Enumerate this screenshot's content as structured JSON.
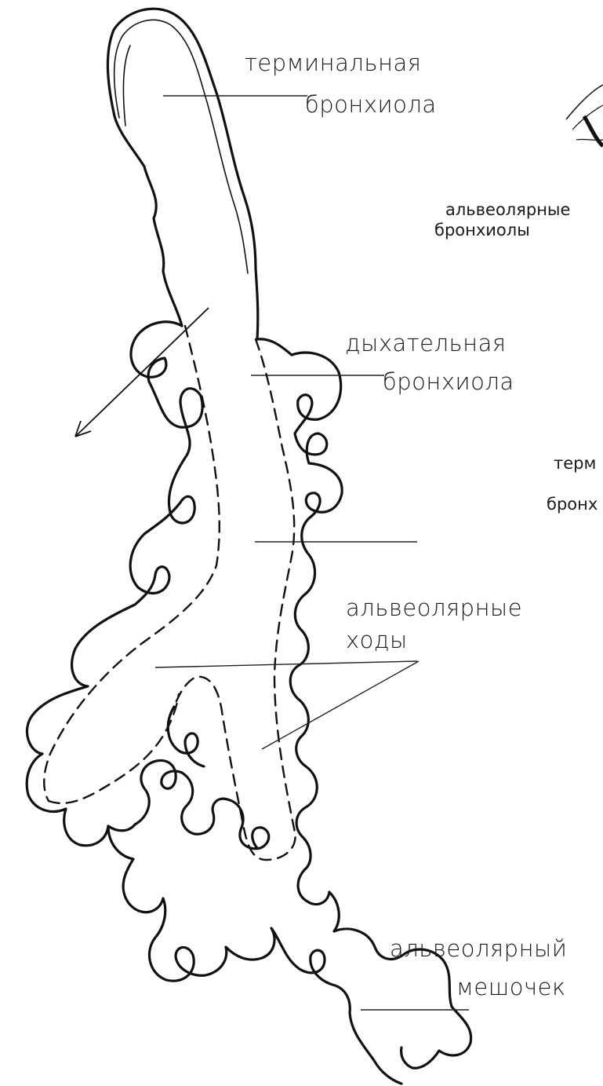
{
  "labels": {
    "terminal_bronchiole": {
      "line1": "терминальная",
      "line2": "бронхиола"
    },
    "respiratory_bronchiole": {
      "line1": "дыхательная",
      "line2": "бронхиола"
    },
    "alveolar_ducts": {
      "line1": "альвеолярные",
      "line2": "ходы"
    },
    "alveolar_sac": {
      "line1": "альвеолярный",
      "line2": "мешочек"
    },
    "right_fragment": {
      "alveolar_line1": "альвеолярные",
      "alveolar_line2": "бронхиолы",
      "term_line1": "терм",
      "term_line2": "бронх"
    }
  }
}
